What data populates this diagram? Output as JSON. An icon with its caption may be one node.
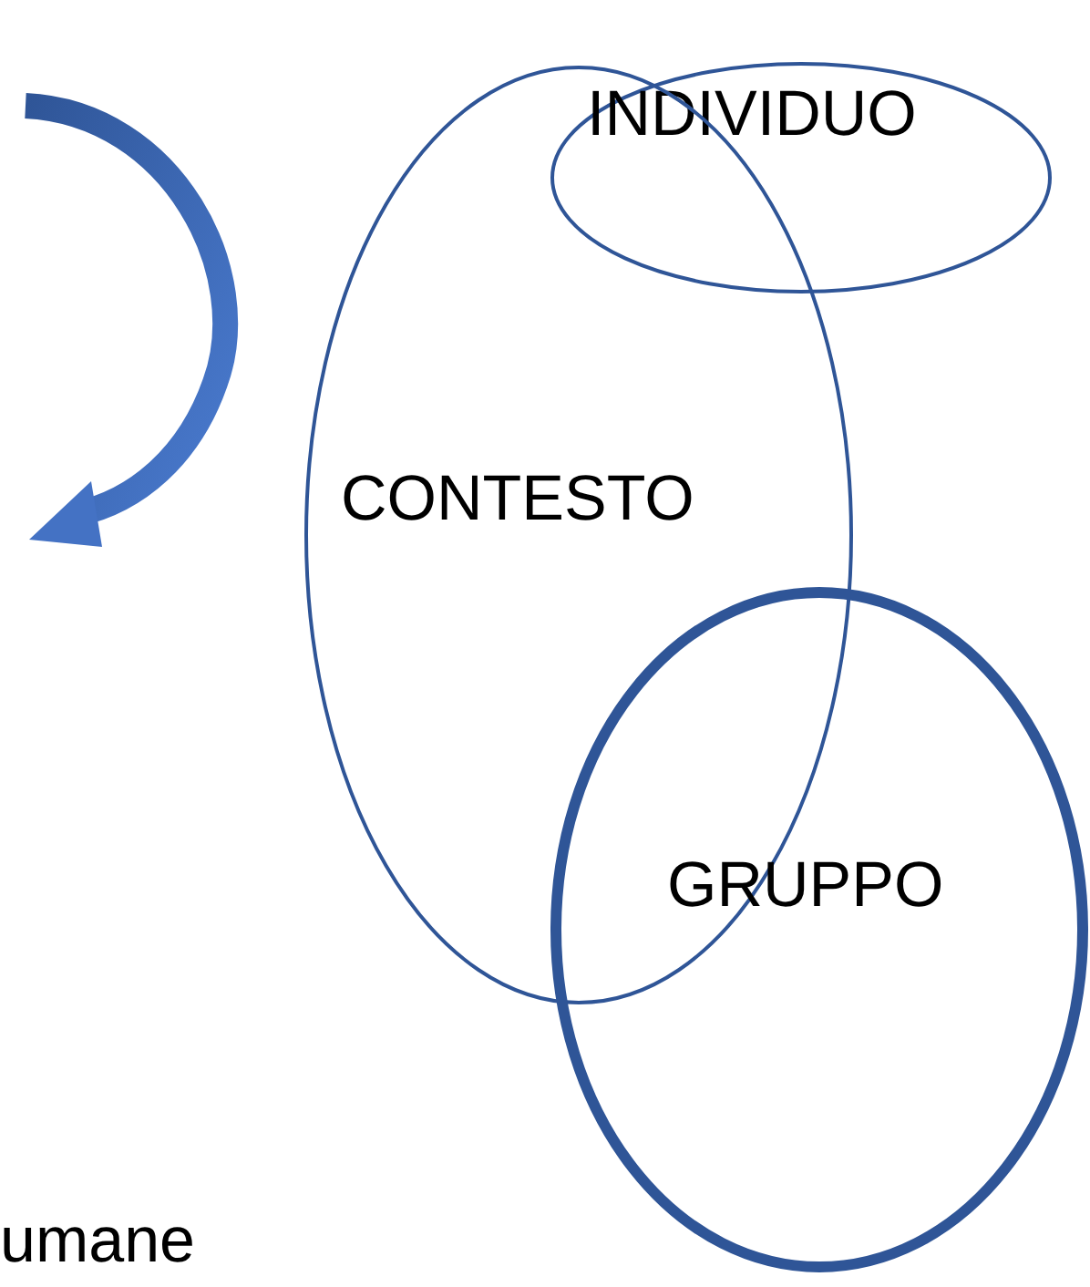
{
  "diagram": {
    "nodes": [
      {
        "text": [
          "INDIVIDUO"
        ]
      },
      {
        "text": [
          "CONTESTO"
        ]
      },
      {
        "text": [
          "GRUPPO"
        ]
      }
    ],
    "labels": [
      "umane"
    ]
  }
}
